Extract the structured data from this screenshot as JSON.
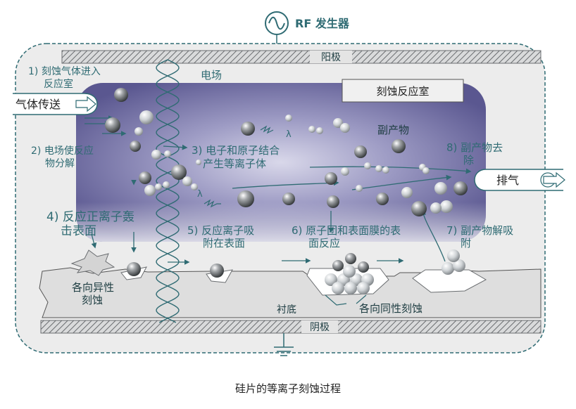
{
  "rf_generator": "RF 发生器",
  "anode": "阳极",
  "cathode": "阴极",
  "electric_field": "电场",
  "chamber": "刻蚀反应室",
  "gas_in": "气体传送",
  "exhaust": "排气",
  "byproduct": "副产物",
  "substrate": "衬底",
  "lambda": "λ",
  "anisotropic": [
    "各向异性",
    "刻蚀"
  ],
  "isotropic": "各向同性刻蚀",
  "steps": {
    "s1": [
      "1) 刻蚀气体进入",
      "反应室"
    ],
    "s2": [
      "2) 电场使反应",
      "物分解"
    ],
    "s3": [
      "3) 电子和原子结合",
      "产生等离子体"
    ],
    "s4": [
      "4) 反应正离子轰",
      "击表面"
    ],
    "s5": [
      "5) 反应离子吸",
      "附在表面"
    ],
    "s6": [
      "6) 原子团和表面膜的表",
      "面反应"
    ],
    "s7": [
      "7) 副产物解吸",
      "附"
    ],
    "s8": [
      "8) 副产物去",
      "除"
    ]
  },
  "caption": "硅片的等离子刻蚀过程",
  "colors": {
    "teal": "#2f6b73",
    "chamber_bg": "#ececec",
    "plasma_edge": "#ffffff",
    "plasma_core": "#6d6aa0"
  }
}
